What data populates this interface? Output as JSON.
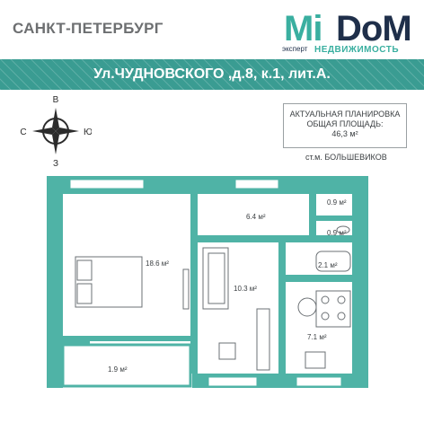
{
  "city": "САНКТ-ПЕТЕРБУРГ",
  "logo": {
    "mi": "Mi",
    "dom": "DoM",
    "sub1": "эксперт",
    "sub2": "НЕДВИЖИМОСТЬ"
  },
  "address": "Ул.ЧУДНОВСКОГО ,д.8, к.1, лит.А.",
  "compass": {
    "north": "В",
    "west": "С",
    "east": "Ю",
    "south": "З"
  },
  "info": {
    "line1": "АКТУАЛЬНАЯ ПЛАНИРОВКА",
    "line2": "ОБЩАЯ ПЛОЩАДЬ:",
    "line3": "46,3 м²"
  },
  "metro": "ст.м. БОЛЬШЕВИКОВ",
  "rooms": {
    "bedroom": "18.6 м²",
    "hall": "6.4 м²",
    "closet1": "0.9 м²",
    "closet2": "0.9 м²",
    "bath": "2.1 м²",
    "room2": "10.3 м²",
    "kitchen": "7.1 м²",
    "balcony": "1.9 м²"
  },
  "colors": {
    "wall": "#4fb3a6",
    "banner": "#3a9c92",
    "text": "#3c4043"
  }
}
